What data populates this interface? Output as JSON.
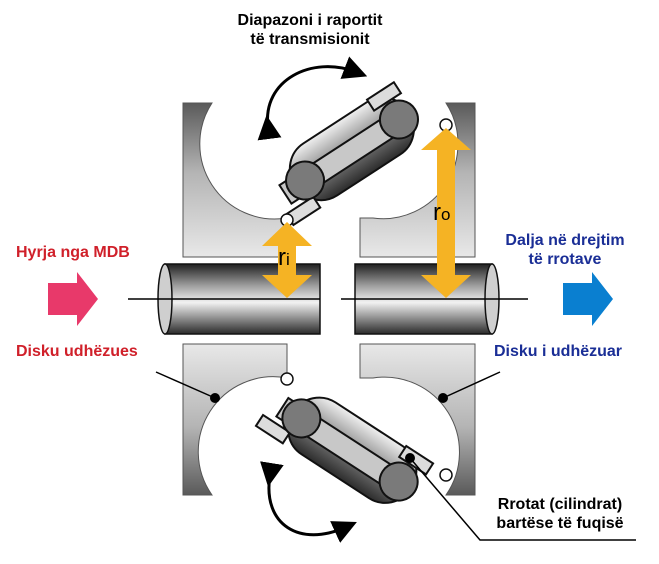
{
  "title": {
    "line1": "Diapazoni i raportit",
    "line2": "të transmisionit"
  },
  "labels": {
    "input": "Hyrja nga MDB",
    "input_disc": "Disku udhëzues",
    "output_line1": "Dalja në drejtim",
    "output_line2": "të rrotave",
    "output_disc": "Disku i udhëzuar",
    "rollers_line1": "Rrotat (cilindrat)",
    "rollers_line2": "bartëse të fuqisë",
    "ri_main": "r",
    "ri_sub": "i",
    "ro_main": "r",
    "ro_sub": "o"
  },
  "colors": {
    "input_red": "#d0202a",
    "output_blue": "#1a2e96",
    "input_arrow": "#e8396a",
    "output_arrow": "#0a7fd0",
    "radius_arrow": "#f5b324"
  }
}
